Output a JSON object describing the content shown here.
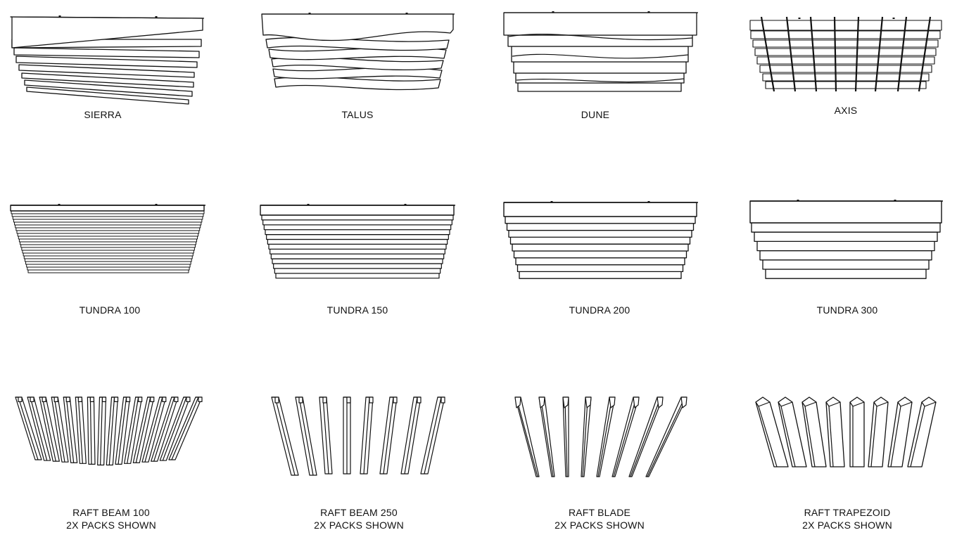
{
  "colors": {
    "line": "#111111",
    "fill": "#ffffff",
    "text": "#111111"
  },
  "products": [
    {
      "id": "sierra",
      "lines": [
        "SIERRA"
      ]
    },
    {
      "id": "talus",
      "lines": [
        "TALUS"
      ]
    },
    {
      "id": "dune",
      "lines": [
        "DUNE"
      ]
    },
    {
      "id": "axis",
      "lines": [
        "AXIS"
      ]
    },
    {
      "id": "tundra-100",
      "lines": [
        "TUNDRA 100"
      ]
    },
    {
      "id": "tundra-150",
      "lines": [
        "TUNDRA 150"
      ]
    },
    {
      "id": "tundra-200",
      "lines": [
        "TUNDRA 200"
      ]
    },
    {
      "id": "tundra-300",
      "lines": [
        "TUNDRA 300"
      ]
    },
    {
      "id": "raft-beam-100",
      "lines": [
        "RAFT BEAM 100",
        "2X PACKS SHOWN"
      ]
    },
    {
      "id": "raft-beam-250",
      "lines": [
        "RAFT BEAM 250",
        "2X PACKS SHOWN"
      ]
    },
    {
      "id": "raft-blade",
      "lines": [
        "RAFT BLADE",
        "2X PACKS SHOWN"
      ]
    },
    {
      "id": "raft-trapezoid",
      "lines": [
        "RAFT TRAPEZOID",
        "2X PACKS SHOWN"
      ]
    }
  ]
}
